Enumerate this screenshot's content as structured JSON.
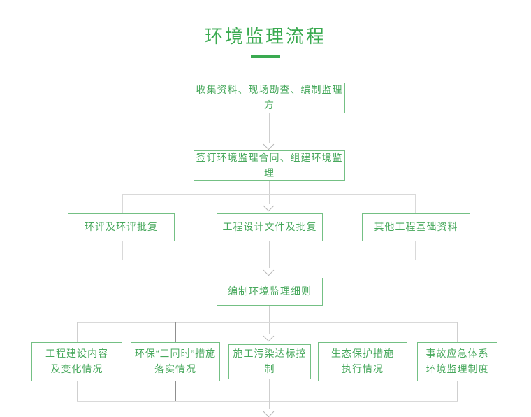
{
  "title": "环境监理流程",
  "colors": {
    "accent_green": "#3aaa50",
    "box_border_green": "#74c084",
    "box_text_green": "#47a85c",
    "connector_gray": "#cfcfcf",
    "connector_dark_gray": "#8f8f8f",
    "arrow_gray": "#b5b5b5",
    "background": "#ffffff"
  },
  "flowchart": {
    "nodes": [
      {
        "id": "collect-survey",
        "label": "收集资料、现场勘查、编制监理方"
      },
      {
        "id": "sign-contract",
        "label": "签订环境监理合同、组建环境监理"
      },
      {
        "id": "eia-approval",
        "label": "环评及环评批复"
      },
      {
        "id": "design-docs",
        "label": "工程设计文件及批复"
      },
      {
        "id": "other-basic-data",
        "label": "其他工程基础资料"
      },
      {
        "id": "supervision-rules",
        "label": "编制环境监理细则"
      },
      {
        "id": "construction-content",
        "label": "工程建设内容\n及变化情况"
      },
      {
        "id": "three-simultaneous",
        "label": "环保“三同时”措施\n落实情况"
      },
      {
        "id": "pollution-control",
        "label": "施工污染达标控制"
      },
      {
        "id": "ecology-protection",
        "label": "生态保护措施\n执行情况"
      },
      {
        "id": "emergency-system",
        "label": "事故应急体系\n环境监理制度"
      }
    ]
  }
}
